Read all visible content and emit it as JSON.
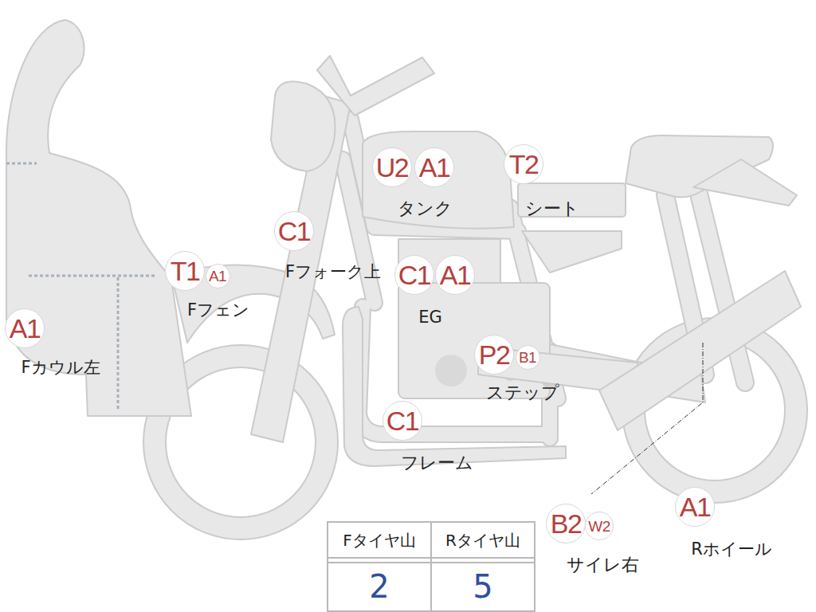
{
  "diagram": {
    "nodes": [
      {
        "text": [
          "U2"
        ]
      },
      {
        "text": [
          "A1"
        ]
      },
      {
        "text": [
          "T2"
        ]
      },
      {
        "text": [
          "C1"
        ]
      },
      {
        "text": [
          "T1"
        ]
      },
      {
        "text": [
          "A1"
        ]
      },
      {
        "text": [
          "C1"
        ]
      },
      {
        "text": [
          "A1"
        ]
      },
      {
        "text": [
          "A1"
        ]
      },
      {
        "text": [
          "P2"
        ]
      },
      {
        "text": [
          "B1"
        ]
      },
      {
        "text": [
          "C1"
        ]
      },
      {
        "text": [
          "B2"
        ]
      },
      {
        "text": [
          "W2"
        ]
      },
      {
        "text": [
          "A1"
        ]
      }
    ],
    "labels": [
      "タンク",
      "シート",
      "Fフォーク上",
      "Fフェン",
      "EG",
      "Fカウル左",
      "ステップ",
      "フレーム",
      "サイレ右",
      "Rホイール",
      "Fタイヤ山",
      "Rタイヤ山",
      "2",
      "5"
    ]
  }
}
